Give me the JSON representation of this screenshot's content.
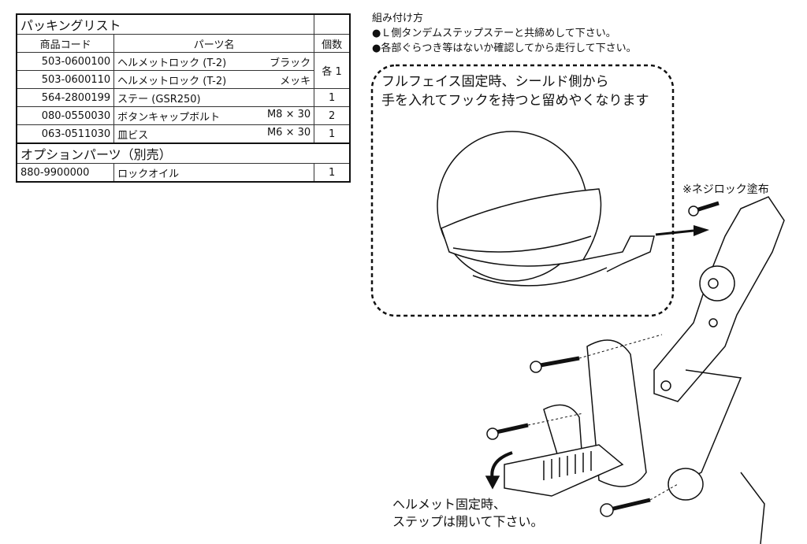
{
  "packing": {
    "title": "パッキングリスト",
    "headers": [
      "商品コード",
      "パーツ名",
      "個数"
    ],
    "rows": [
      {
        "code": "503-0600100",
        "name": "ヘルメットロック (T-2)",
        "spec": "ブラック",
        "qty": "各 1"
      },
      {
        "code": "503-0600110",
        "name": "ヘルメットロック (T-2)",
        "spec": "メッキ"
      },
      {
        "code": "564-2800199",
        "name": "ステー (GSR250)",
        "spec": "",
        "qty": "1"
      },
      {
        "code": "080-0550030",
        "name": "ボタンキャップボルト",
        "spec": "M8 × 30",
        "qty": "2"
      },
      {
        "code": "063-0511030",
        "name": "皿ビス",
        "spec": "M6 × 30",
        "qty": "1"
      }
    ],
    "option_title": "オプションパーツ（別売）",
    "option_rows": [
      {
        "code": "880-9900000",
        "name": "ロックオイル",
        "qty": "1"
      }
    ]
  },
  "assembly": {
    "title": "組み付け方",
    "steps": [
      "●Ｌ側タンデムステップステーと共締めして下さい。",
      "●各部ぐらつき等はないか確認してから走行して下さい。"
    ]
  },
  "callout": {
    "line1": "フルフェイス固定時、シールド側から",
    "line2": "手を入れてフックを持つと留めやくなります"
  },
  "screw_note": "※ネジロック塗布",
  "step_note": {
    "line1": "ヘルメット固定時、",
    "line2": "ステップは開いて下さい。"
  }
}
